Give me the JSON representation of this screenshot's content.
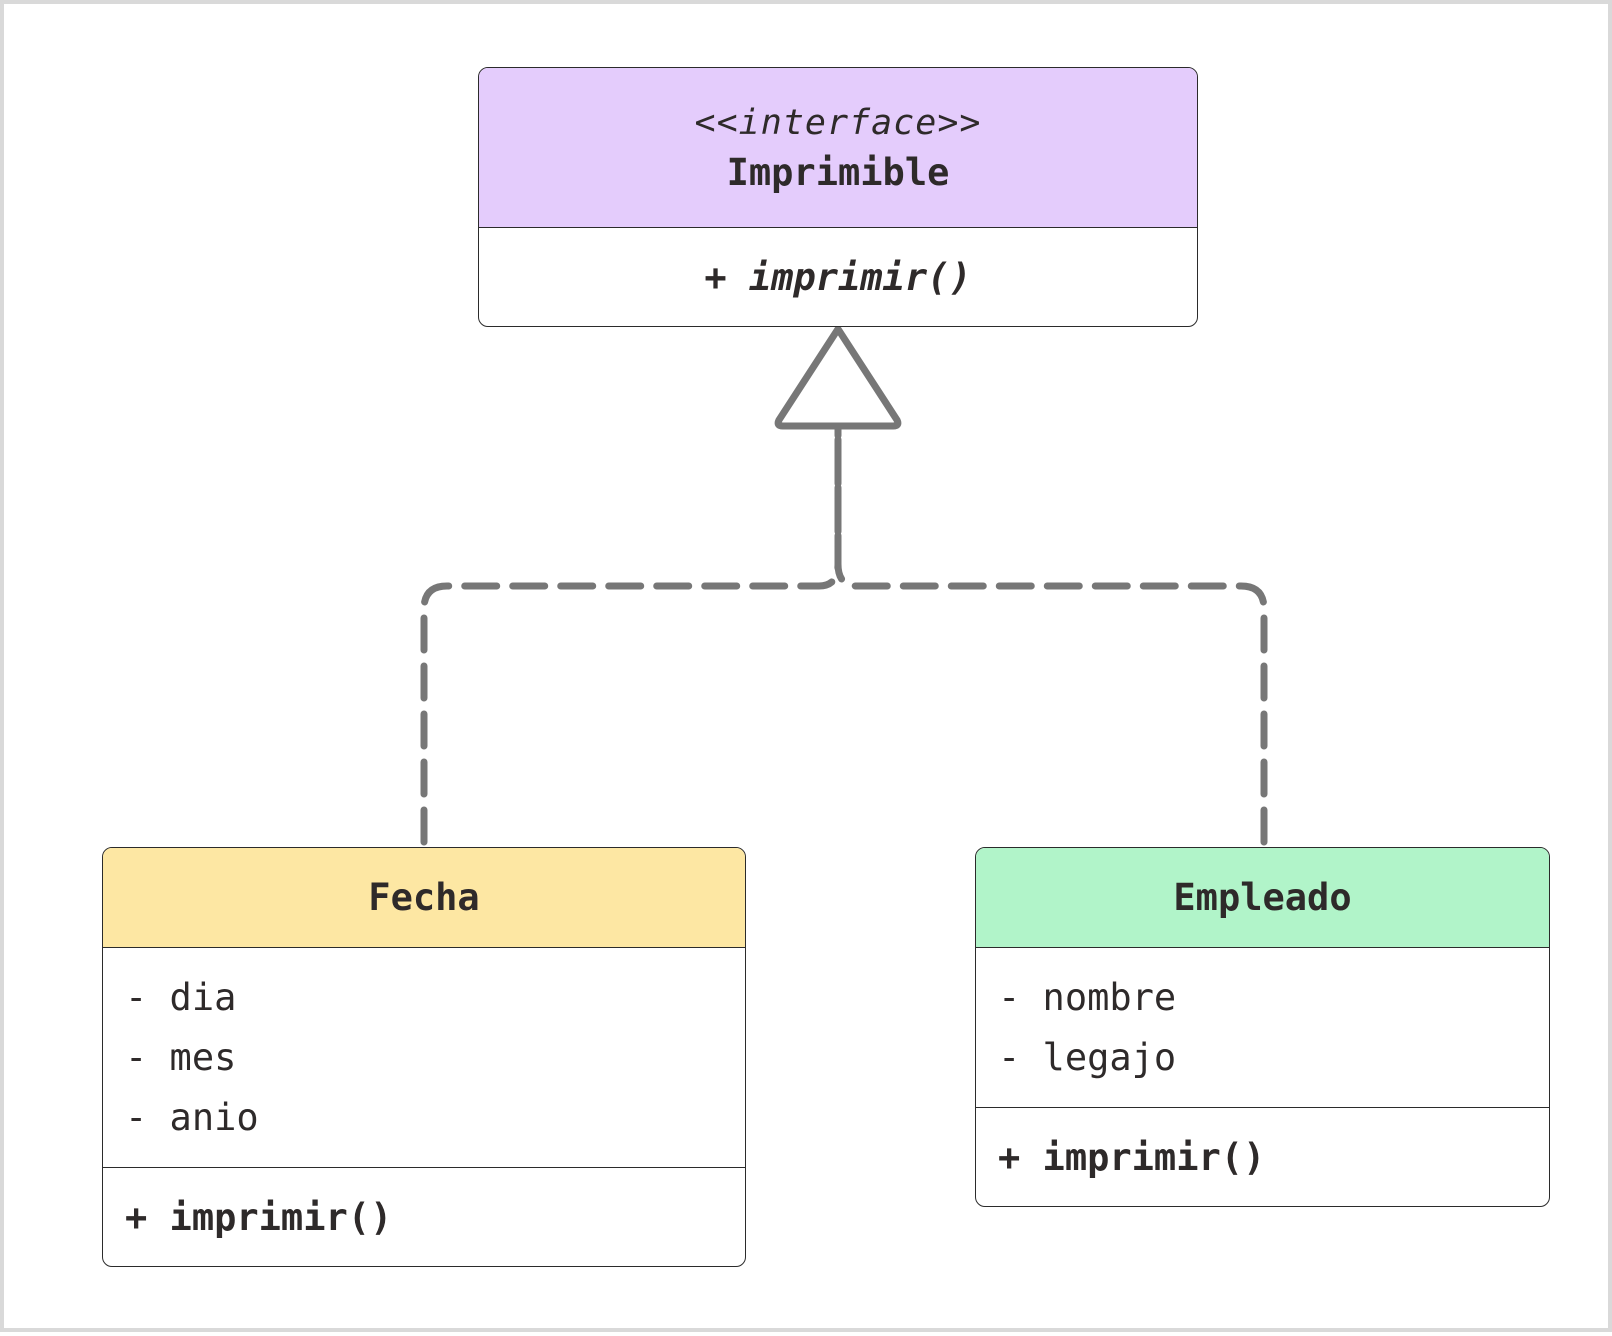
{
  "diagram": {
    "type": "uml-class",
    "edge_color": "#777777",
    "interface": {
      "stereotype": "<<interface>>",
      "name": "Imprimible",
      "header_color": "#e4ccfc",
      "operations": [
        "+ imprimir()"
      ]
    },
    "classes": [
      {
        "name": "Fecha",
        "header_color": "#fde7a3",
        "attributes": [
          "- dia",
          "- mes",
          "- anio"
        ],
        "operations": [
          "+ imprimir()"
        ]
      },
      {
        "name": "Empleado",
        "header_color": "#b1f4c9",
        "attributes": [
          "- nombre",
          "- legajo"
        ],
        "operations": [
          "+ imprimir()"
        ]
      }
    ],
    "relations": [
      {
        "from": "Fecha",
        "to": "Imprimible",
        "kind": "realization"
      },
      {
        "from": "Empleado",
        "to": "Imprimible",
        "kind": "realization"
      }
    ]
  }
}
